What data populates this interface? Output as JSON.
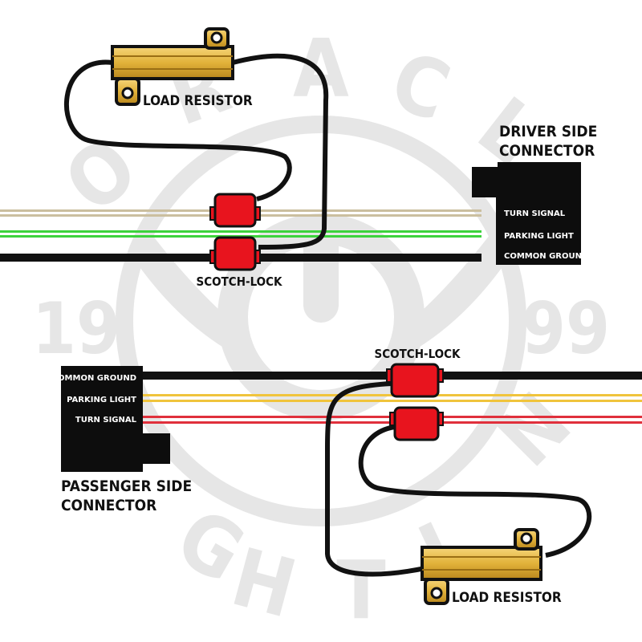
{
  "watermark": {
    "letters_top": [
      "O",
      "R",
      "A",
      "C",
      "L"
    ],
    "letters_bottom": [
      "G",
      "H",
      "T",
      "I",
      "N"
    ],
    "year_left": "19",
    "year_right": "99",
    "color": "#e6e6e6"
  },
  "driver_side": {
    "title_line1": "DRIVER SIDE",
    "title_line2": "CONNECTOR",
    "pins": [
      "TURN SIGNAL",
      "PARKING LIGHT",
      "COMMON GROUND"
    ],
    "resistor_label": "LOAD RESISTOR",
    "scotch_lock_label": "SCOTCH-LOCK"
  },
  "passenger_side": {
    "title_line1": "PASSENGER SIDE",
    "title_line2": "CONNECTOR",
    "pins": [
      "COMMON GROUND",
      "PARKING LIGHT",
      "TURN SIGNAL"
    ],
    "resistor_label": "LOAD RESISTOR",
    "scotch_lock_label": "SCOTCH-LOCK"
  },
  "colors": {
    "wire_black": "#111111",
    "wire_green": "#3cd23c",
    "wire_tan": "#cbbf9f",
    "wire_yellow": "#f0c43c",
    "wire_red": "#e0303c",
    "scotch_lock": "#e8141e",
    "resistor_gold": "#e2b23a",
    "connector": "#0d0d0d"
  }
}
